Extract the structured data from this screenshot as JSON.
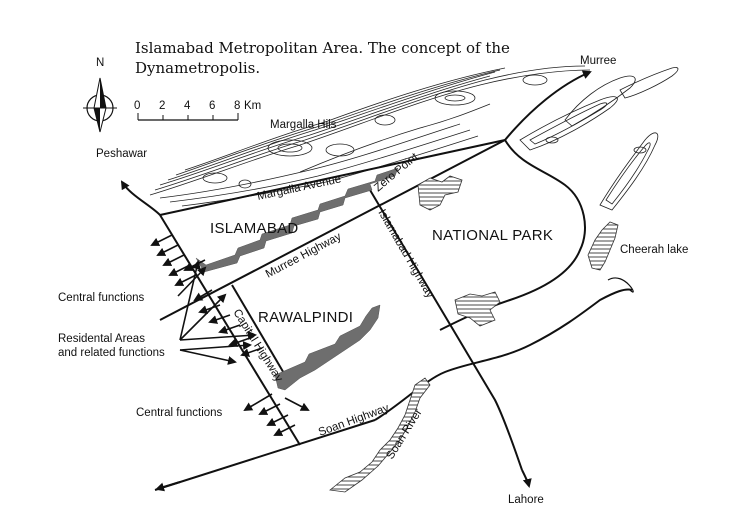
{
  "title": "Islamabad Metropolitan Area. The concept of the Dynametropolis.",
  "compass": {
    "label": "N"
  },
  "scale": {
    "ticks": [
      "0",
      "2",
      "4",
      "6",
      "8"
    ],
    "unit": "Km"
  },
  "labels": {
    "peshawar": "Peshawar",
    "murree": "Murree",
    "lahore": "Lahore",
    "margalla_hills": "Margalla Hils",
    "margalla_avenue": "Margalla Avenue",
    "zero_point": "Zero Point",
    "islamabad": "ISLAMABAD",
    "rawalpindi": "RAWALPINDI",
    "national_park": "NATIONAL PARK",
    "cheerah_lake": "Cheerah lake",
    "murree_highway": "Murree Highway",
    "islamabad_highway": "Islamabad Highway",
    "capital_highway": "Capital Highway",
    "soan_highway": "Soan Highway",
    "soan_river": "Soan River",
    "central_functions_top": "Central functions",
    "residential_1": "Residental Areas",
    "residential_2": "and related functions",
    "central_functions_bottom": "Central functions"
  }
}
